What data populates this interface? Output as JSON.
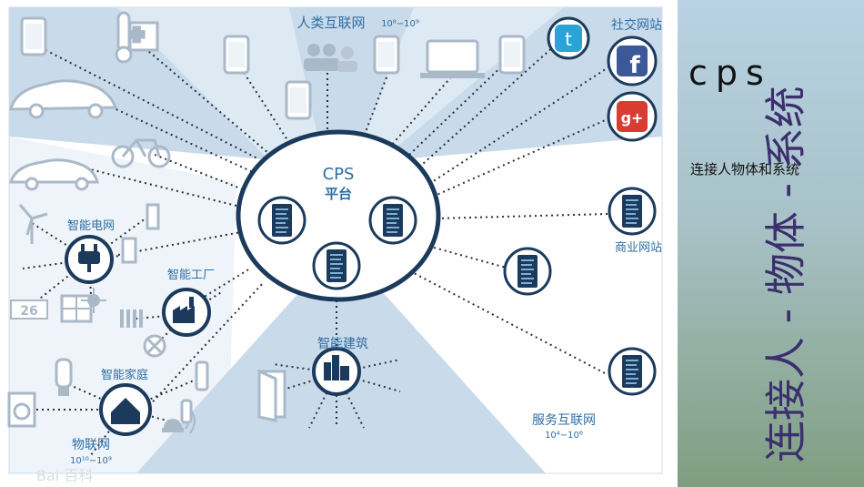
{
  "diagram": {
    "center_title": "CPS",
    "center_sub": "平台",
    "labels": {
      "human_net": "人类互联网",
      "human_net_range": "10⁸−10⁹",
      "social": "社交网站",
      "smart_grid": "智能电网",
      "smart_factory": "智能工厂",
      "smart_home": "智能家庭",
      "iot": "物联网",
      "iot_range": "10¹⁰−10⁹",
      "smart_building": "智能建筑",
      "business": "商业网站",
      "service_net": "服务互联网",
      "service_range": "10⁴−10⁶",
      "meter_text": "26",
      "watermark": "Bai 百科"
    },
    "icons": [
      "phone-icon",
      "thermometer-icon",
      "medical-icon",
      "electric-car-icon",
      "bicycle-icon",
      "people-icon",
      "laptop-icon",
      "twitter-icon",
      "facebook-icon",
      "google-plus-icon",
      "server-icon",
      "plug-icon",
      "factory-icon",
      "house-icon",
      "building-icon",
      "door-icon",
      "wind-turbine-icon",
      "battery-icon",
      "solar-panel-icon",
      "washing-machine-icon",
      "lightbulb-icon",
      "alarm-icon"
    ],
    "colors": {
      "accent": "#1b3a5c",
      "light_blue": "#c9dbea",
      "label_blue": "#2f6ea3",
      "facebook": "#3b5998",
      "google": "#d73d32",
      "twitter": "#2aa3d8"
    }
  },
  "sidebar": {
    "title": "cps",
    "subtitle": "连接人物体和系统",
    "vertical_text": "连接人 - 物体 - 系统"
  }
}
